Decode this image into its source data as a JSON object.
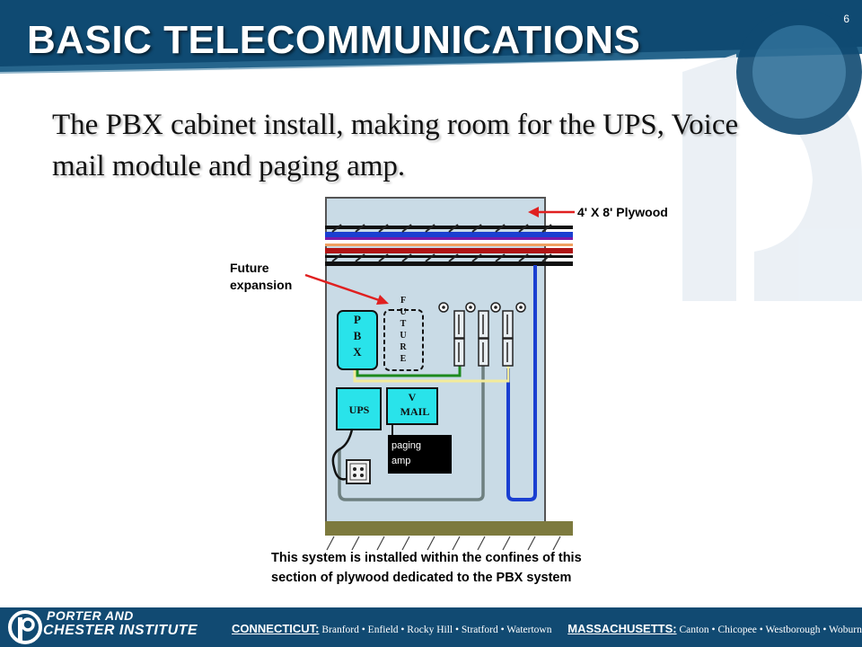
{
  "slide": {
    "title": "BASIC TELECOMMUNICATIONS",
    "page_number": "6",
    "subtitle_line1": "The PBX cabinet install, making room for the UPS, Voice",
    "subtitle_line2": "mail module and paging amp."
  },
  "diagram": {
    "plywood_label": "4' X 8' Plywood",
    "future_label_line1": "Future",
    "future_label_line2": "expansion",
    "pbx_letters": [
      "P",
      "B",
      "X"
    ],
    "future_letters": [
      "F",
      "U",
      "T",
      "U",
      "R",
      "E"
    ],
    "ups_label": "UPS",
    "vmail_line1": "V",
    "vmail_line2": "MAIL",
    "paging_line1": "paging",
    "paging_line2": "amp",
    "caption_line1": "This system is installed within the confines of this",
    "caption_line2": "section of plywood dedicated to the PBX system",
    "colors": {
      "plywood": "#c9dbe6",
      "equipment": "#29e3ea",
      "cable_blue": "#1a3fd1",
      "cable_red": "#b01515",
      "floor": "#7d7a3e",
      "arrow": "#e02020"
    }
  },
  "footer": {
    "logo_line1": "PORTER AND",
    "logo_line2": "CHESTER INSTITUTE",
    "ct_label": "CONNECTICUT:",
    "ct_locations": "Branford • Enfield • Rocky Hill • Stratford • Watertown",
    "ma_label": "MASSACHUSETTS:",
    "ma_locations": "Canton • Chicopee • Westborough • Woburn",
    "colors": {
      "background": "#114a72",
      "text": "#ffffff"
    }
  }
}
